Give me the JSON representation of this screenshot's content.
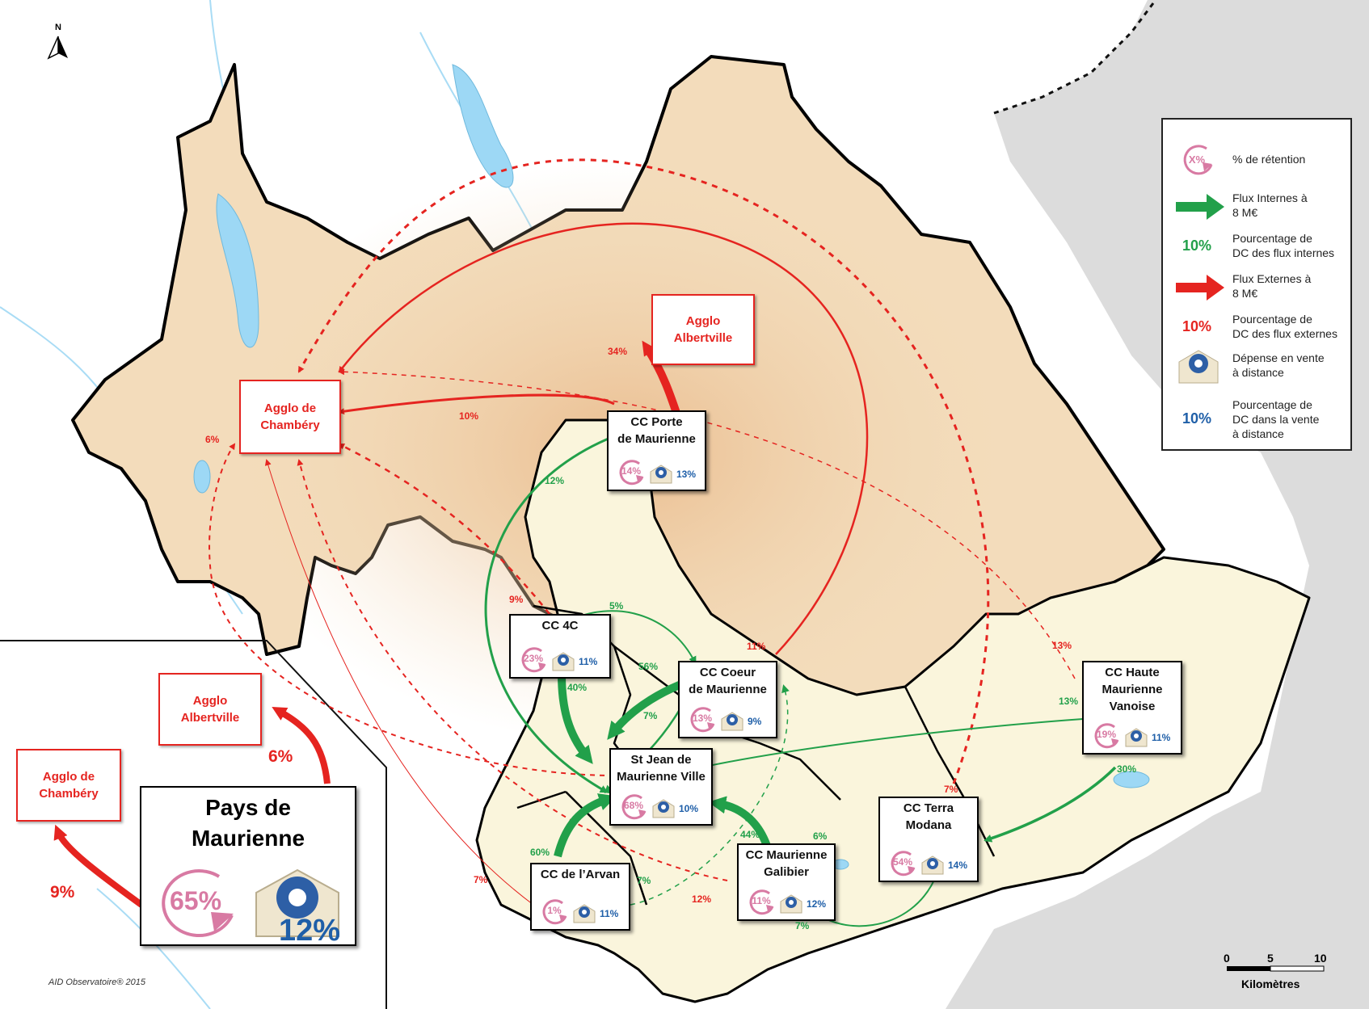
{
  "north_label": "N",
  "credit": "AID Observatoire® 2015",
  "scale": {
    "ticks": [
      "0",
      "5",
      "10"
    ],
    "unit": "Kilomètres"
  },
  "legend": {
    "retention_sample": "X%",
    "retention": "% de rétention",
    "internal_flow_a": "Flux Internes à",
    "internal_flow_b": "8 M€",
    "internal_pct_sample": "10%",
    "internal_pct_a": "Pourcentage de",
    "internal_pct_b": "DC des flux internes",
    "external_flow_a": "Flux Externes à",
    "external_flow_b": "8 M€",
    "external_pct_sample": "10%",
    "external_pct_a": "Pourcentage de",
    "external_pct_b": "DC des flux externes",
    "distance_a": "Dépense en vente",
    "distance_b": "à distance",
    "distance_pct_sample": "10%",
    "distance_pct_a": "Pourcentage de",
    "distance_pct_b": "DC dans la vente",
    "distance_pct_c": "à distance"
  },
  "external_poles": {
    "chambery": {
      "line1": "Agglo de",
      "line2": "Chambéry"
    },
    "albertville": {
      "line1": "Agglo",
      "line2": "Albertville"
    }
  },
  "territories": {
    "porte": {
      "line1": "CC Porte",
      "line2": "de Maurienne",
      "retention": "14%",
      "distance": "13%"
    },
    "c4c": {
      "line1": "CC 4C",
      "line2": "",
      "retention": "23%",
      "distance": "11%"
    },
    "coeur": {
      "line1": "CC Coeur",
      "line2": "de Maurienne",
      "retention": "13%",
      "distance": "9%"
    },
    "stjean": {
      "line1": "St Jean de",
      "line2": "Maurienne Ville",
      "retention": "68%",
      "distance": "10%"
    },
    "haute": {
      "line1": "CC Haute",
      "line2": "Maurienne",
      "line3": "Vanoise",
      "retention": "19%",
      "distance": "11%"
    },
    "terra": {
      "line1": "CC Terra",
      "line2": "Modana",
      "retention": "54%",
      "distance": "14%"
    },
    "galibier": {
      "line1": "CC Maurienne",
      "line2": "Galibier",
      "retention": "11%",
      "distance": "12%"
    },
    "arvan": {
      "line1": "CC de l’Arvan",
      "line2": "",
      "retention": "1%",
      "distance": "11%"
    }
  },
  "external_flow_labels": {
    "porte_albertville": "34%",
    "porte_chambery": "10%",
    "chambery_left": "6%",
    "c4c_chambery": "9%",
    "coeur_chambery": "11%",
    "haute_chambery": "13%",
    "terra_chambery": "7%",
    "arvan_chambery": "7%",
    "galibier_chambery": "12%"
  },
  "internal_flow_labels": {
    "porte_stjean": "12%",
    "c4c_coeur": "5%",
    "coeur_stjean": "56%",
    "c4c_stjean": "40%",
    "coeur_stjean_b": "7%",
    "haute_stjean": "13%",
    "haute_terra": "30%",
    "galibier_stjean": "44%",
    "galibier_coeur": "6%",
    "arvan_stjean": "60%",
    "arvan_galibier": "7%",
    "terra_galibier": "7%"
  },
  "inset": {
    "title1": "Pays de",
    "title2": "Maurienne",
    "retention": "65%",
    "distance": "12%",
    "to_albertville": "6%",
    "to_chambery": "9%",
    "albertville": {
      "line1": "Agglo",
      "line2": "Albertville"
    },
    "chambery": {
      "line1": "Agglo de",
      "line2": "Chambéry"
    }
  },
  "colors": {
    "savoie_fill": "#f3dcbb",
    "maurienne_fill": "#faf5dc",
    "italy_fill": "#dcdcdc",
    "water": "#9dd8f5",
    "internal": "#22a04a",
    "external": "#e52420",
    "retention": "#d87aa3",
    "distance": "#1f5fa8"
  }
}
